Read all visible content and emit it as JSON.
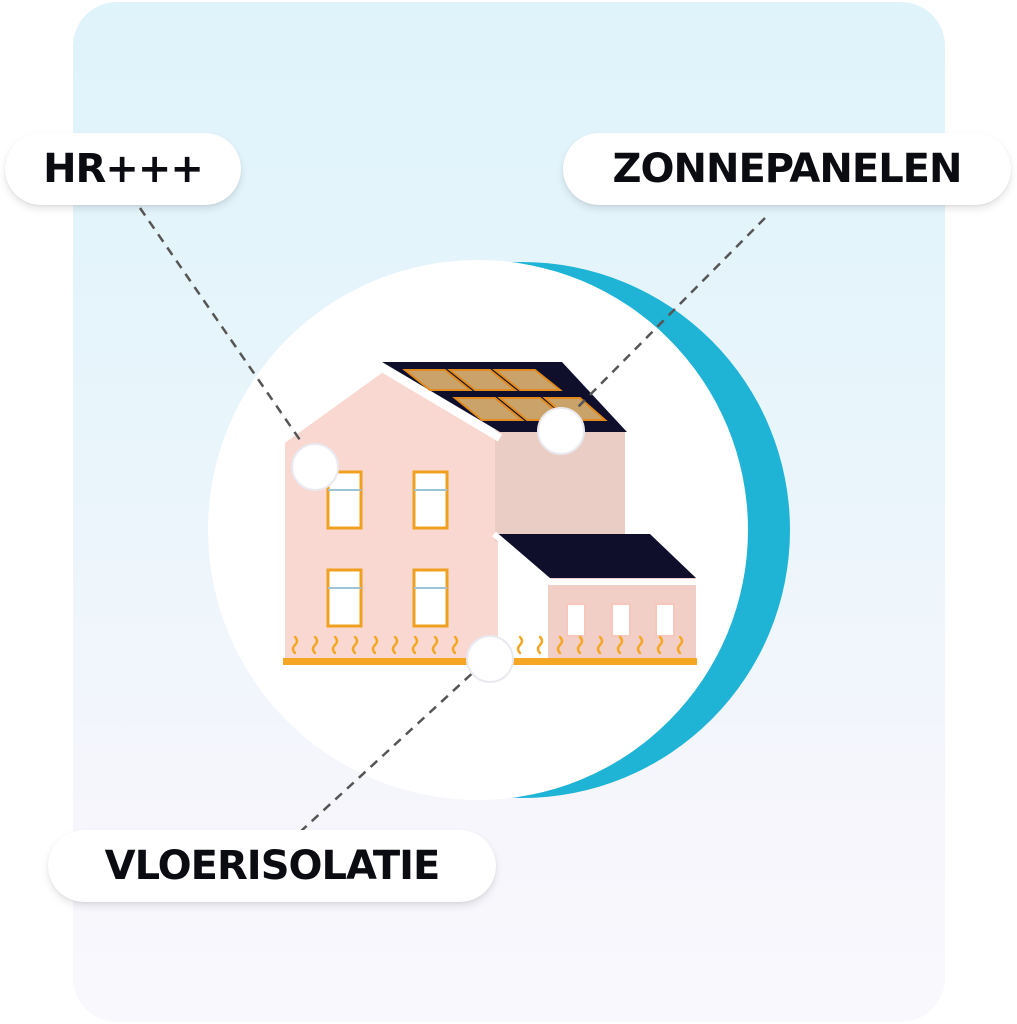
{
  "labels": {
    "heat_pump": "HR+++",
    "solar_panels": "ZONNEPANELEN",
    "floor_insulation": "VLOERISOLATIE"
  },
  "colors": {
    "card_top": "#dff3fb",
    "card_bottom": "#f9f8fd",
    "accent_crescent": "#1fb3d6",
    "house_wall": "#f8d8d0",
    "house_wall_shade": "#eacdc5",
    "roof_dark": "#0f0f2c",
    "solar_cell": "#c9a36a",
    "window_frame": "#f0a020",
    "insulation": "#f5a623",
    "dashed_line": "#555555"
  },
  "icons": {
    "house": "house-illustration",
    "solar": "solar-panel-icon",
    "heating": "heat-wave-icon"
  }
}
